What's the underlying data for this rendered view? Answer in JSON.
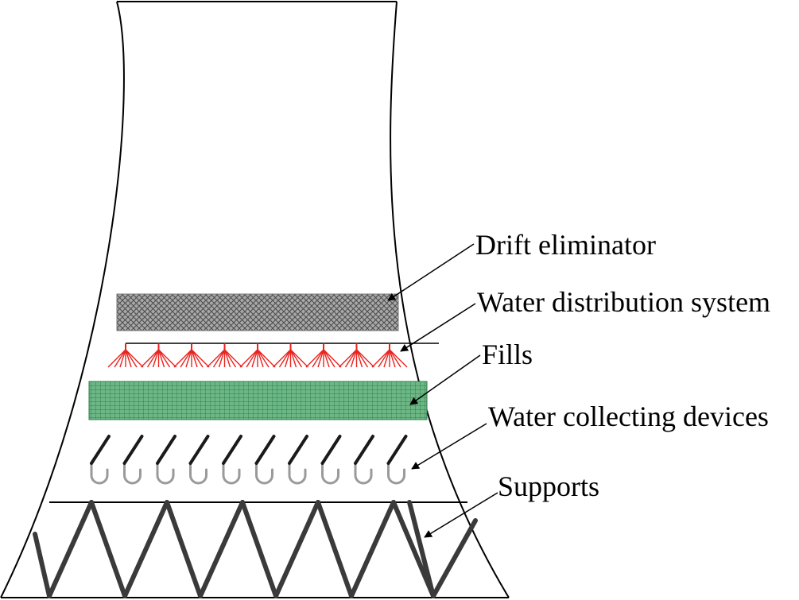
{
  "labels": {
    "drift_eliminator": "Drift eliminator",
    "water_distribution_system": "Water distribution system",
    "fills": "Fills",
    "water_collecting_devices": "Water collecting devices",
    "supports": "Supports"
  },
  "colors": {
    "outline": "#000000",
    "drift_eliminator_fill": "#a8a8a8",
    "drift_eliminator_mesh": "#4a4a4a",
    "spray": "#e8231e",
    "fills_fill": "#6cb785",
    "fills_grid": "#2e7d4a",
    "collector_hook": "#9a9a9a",
    "collector_rod": "#1a1a1a",
    "support_strut": "#3a3a3a"
  },
  "counts": {
    "spray_nozzles": 9,
    "collecting_devices": 10,
    "support_struts": 13
  }
}
